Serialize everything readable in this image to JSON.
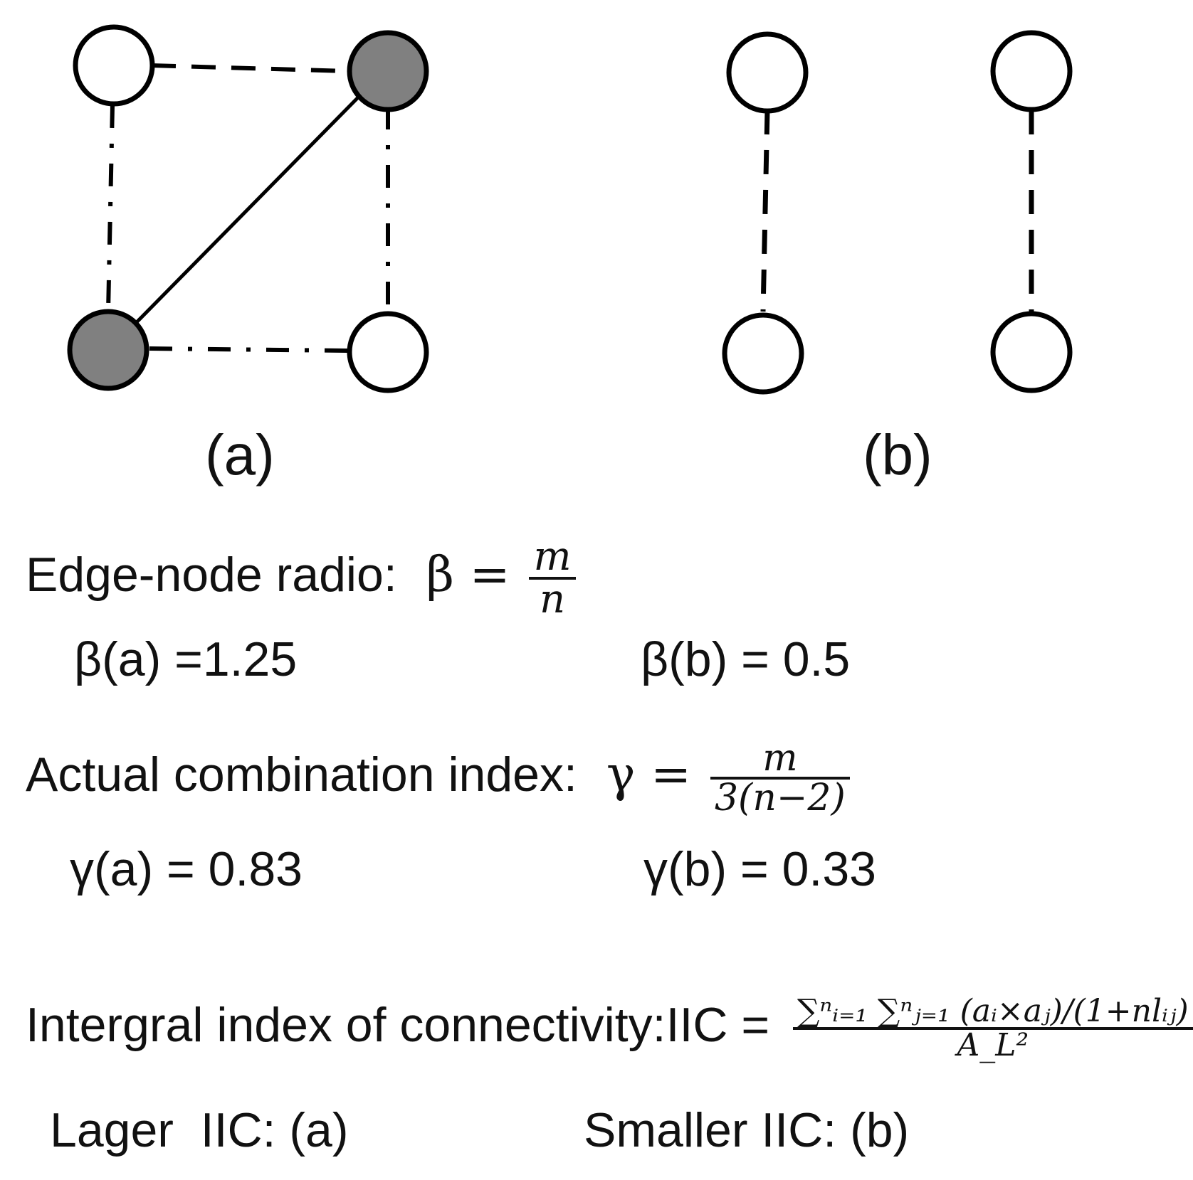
{
  "panels": {
    "a_label": "(a)",
    "b_label": "(b)"
  },
  "colors": {
    "node_filled": "#808080",
    "node_empty": "#ffffff",
    "stroke": "#000000"
  },
  "beta": {
    "label": "Edge-node radio:",
    "symbol": "β =",
    "num": "m",
    "den": "n",
    "value_a": "β(a) =1.25",
    "value_b": "β(b) = 0.5"
  },
  "gamma": {
    "label": "Actual combination index:",
    "symbol": "γ =",
    "num": "m",
    "den": "3(n−2)",
    "value_a": "γ(a) = 0.83",
    "value_b": "γ(b) = 0.33"
  },
  "iic": {
    "label": "Intergral index of connectivity:IIC =",
    "num": "∑ⁿᵢ₌₁ ∑ⁿⱼ₌₁ (aᵢ×aⱼ)/(1+nlᵢⱼ)",
    "den": "A_L²",
    "larger": "Lager  IIC: (a)",
    "smaller": "Smaller IIC: (b)"
  }
}
